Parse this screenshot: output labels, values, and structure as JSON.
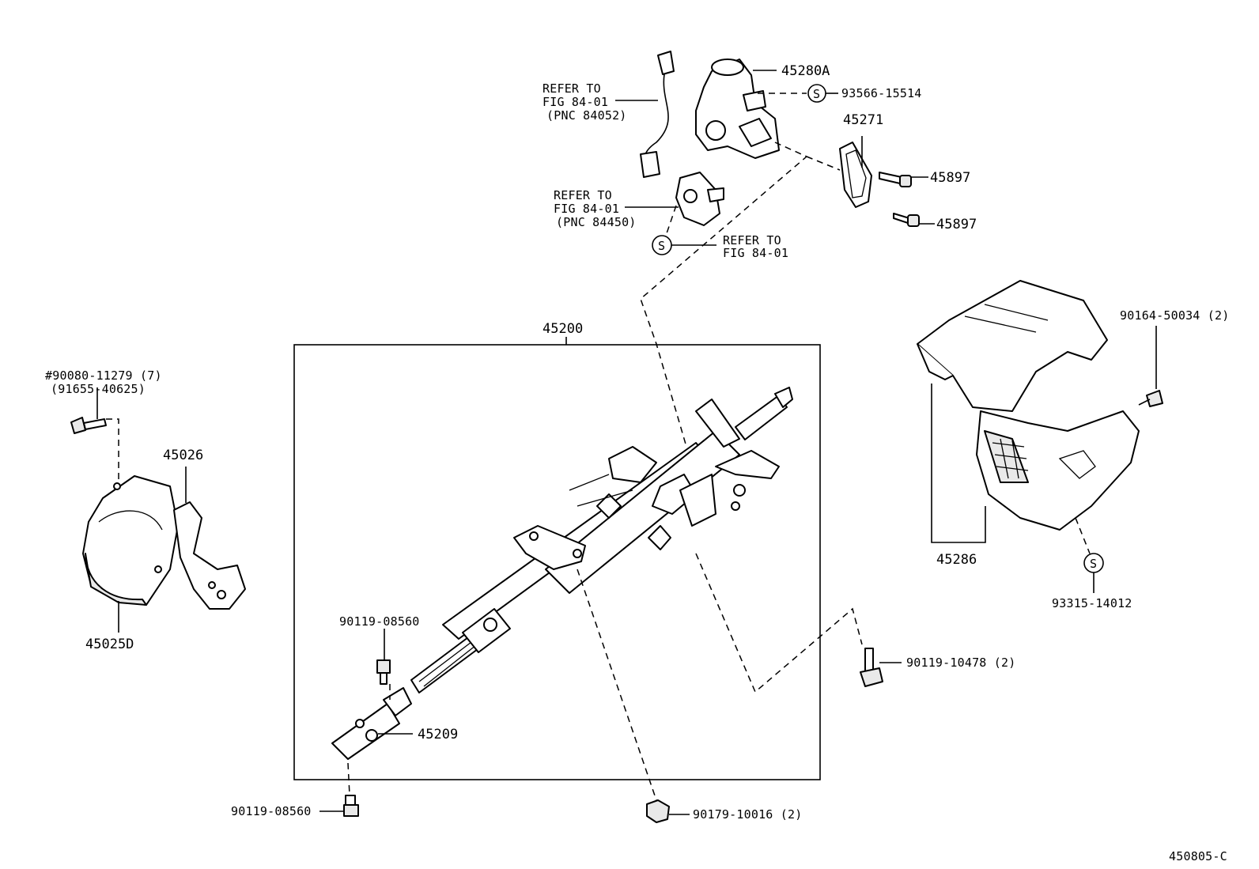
{
  "diagram": {
    "assembly_label": "45200",
    "figure_code": "450805-C",
    "labels": {
      "p45280A": "45280A",
      "p93566": "93566-15514",
      "p45271": "45271",
      "p45897a": "45897",
      "p45897b": "45897",
      "refer1_l1": "REFER TO",
      "refer1_l2": "FIG 84-01",
      "refer1_l3": "(PNC 84052)",
      "refer2_l1": "REFER TO",
      "refer2_l2": "FIG 84-01",
      "refer2_l3": "(PNC 84450)",
      "refer3_l1": "REFER TO",
      "refer3_l2": "FIG 84-01",
      "p90164": "90164-50034 (2)",
      "p45286": "45286",
      "p93315": "93315-14012",
      "p90080": "#90080-11279 (7)",
      "p91655": "(91655-40625)",
      "p45026": "45026",
      "p45025D": "45025D",
      "p90119_08560_top": "90119-08560",
      "p45209": "45209",
      "p90119_08560_bot": "90119-08560",
      "p90179": "90179-10016 (2)",
      "p90119_10478": "90119-10478 (2)",
      "s_symbol": "S"
    }
  }
}
